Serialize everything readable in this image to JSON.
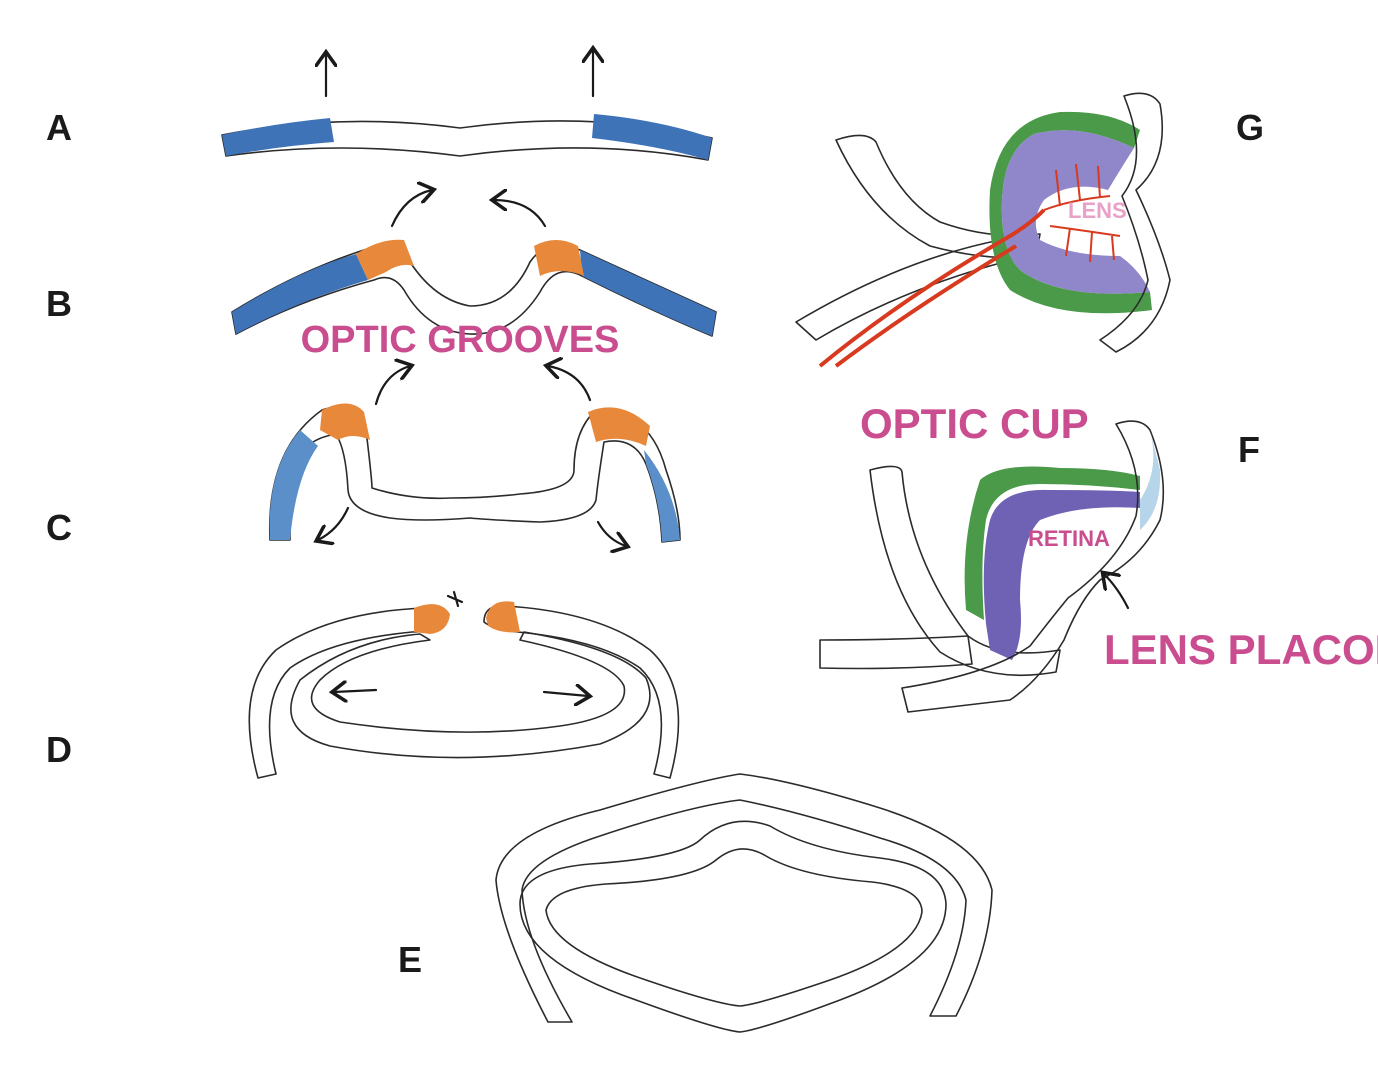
{
  "colors": {
    "ectoderm_dark": "#3f73b8",
    "ectoderm_light": "#b6d4ea",
    "neural_crest_orange": "#e8883a",
    "retina_purple": "#6f62b4",
    "pigment_green": "#4a9a4a",
    "vessel_red": "#d83a1f",
    "label_pink": "#c94d8f"
  },
  "panel_letters": {
    "a": "A",
    "b": "B",
    "c": "C",
    "d": "D",
    "e": "E",
    "f": "F",
    "g": "G"
  },
  "labels": {
    "optic_grooves": "OPTIC GROOVES",
    "optic_cup": "OPTIC CUP",
    "lens_placode": "LENS PLACODE",
    "retina": "RETINA",
    "lens": "LENS"
  }
}
